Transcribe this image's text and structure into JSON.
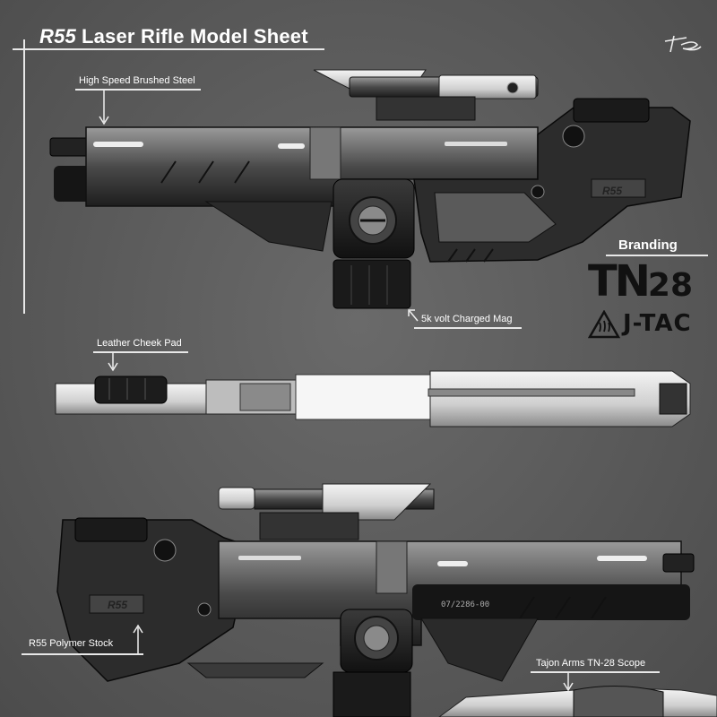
{
  "title": {
    "code": "R55",
    "text": "Laser Rifle Model Sheet"
  },
  "signature": "signature-mark",
  "callouts": {
    "steel": "High Speed Brushed Steel",
    "mag": "5k volt Charged Mag",
    "cheek": "Leather Cheek Pad",
    "stock": "R55 Polymer Stock",
    "scope": "Tajon Arms TN-28 Scope"
  },
  "branding": {
    "label": "Branding",
    "logo_primary_a": "TN",
    "logo_primary_b": "28",
    "logo_secondary": "J-TAC"
  },
  "rifle_markings": {
    "stock_logo": "R55",
    "serial": "07/2286-00"
  },
  "icons": [
    "arrow-down-icon",
    "arrow-up-icon",
    "warning-triangle-icon",
    "signature-icon"
  ]
}
